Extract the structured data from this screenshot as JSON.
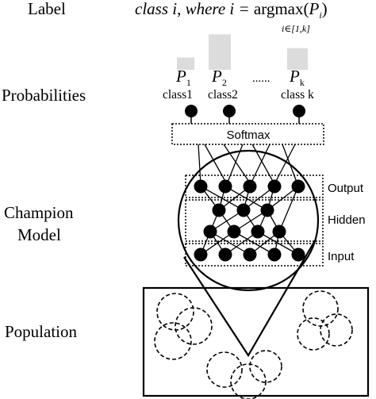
{
  "row_labels": {
    "label": "Label",
    "probabilities": "Probabilities",
    "champion_line1": "Champion",
    "champion_line2": "Model",
    "population": "Population"
  },
  "formula": {
    "class_i": "class i",
    "where": "where",
    "i_eq": "i = ",
    "argmax": "argmax",
    "arg_open": "(",
    "P": "P",
    "i_sub": "i",
    "arg_close": ")",
    "range": "i∈[1,k]"
  },
  "probabilities": {
    "p1": {
      "symbol": "P",
      "sub": "1",
      "class": "class1",
      "value": 0.25
    },
    "p2": {
      "symbol": "P",
      "sub": "2",
      "class": "class2",
      "value": 0.72
    },
    "ellipsis": "......",
    "pk": {
      "symbol": "P",
      "sub": "k",
      "class": "class k",
      "value": 0.44
    }
  },
  "softmax": "Softmax",
  "layers": {
    "output": "Output",
    "hidden": "Hidden",
    "input": "Input"
  },
  "colors": {
    "bar_fill": "#dcdcdc",
    "node_fill": "#000000",
    "stroke": "#000000"
  }
}
